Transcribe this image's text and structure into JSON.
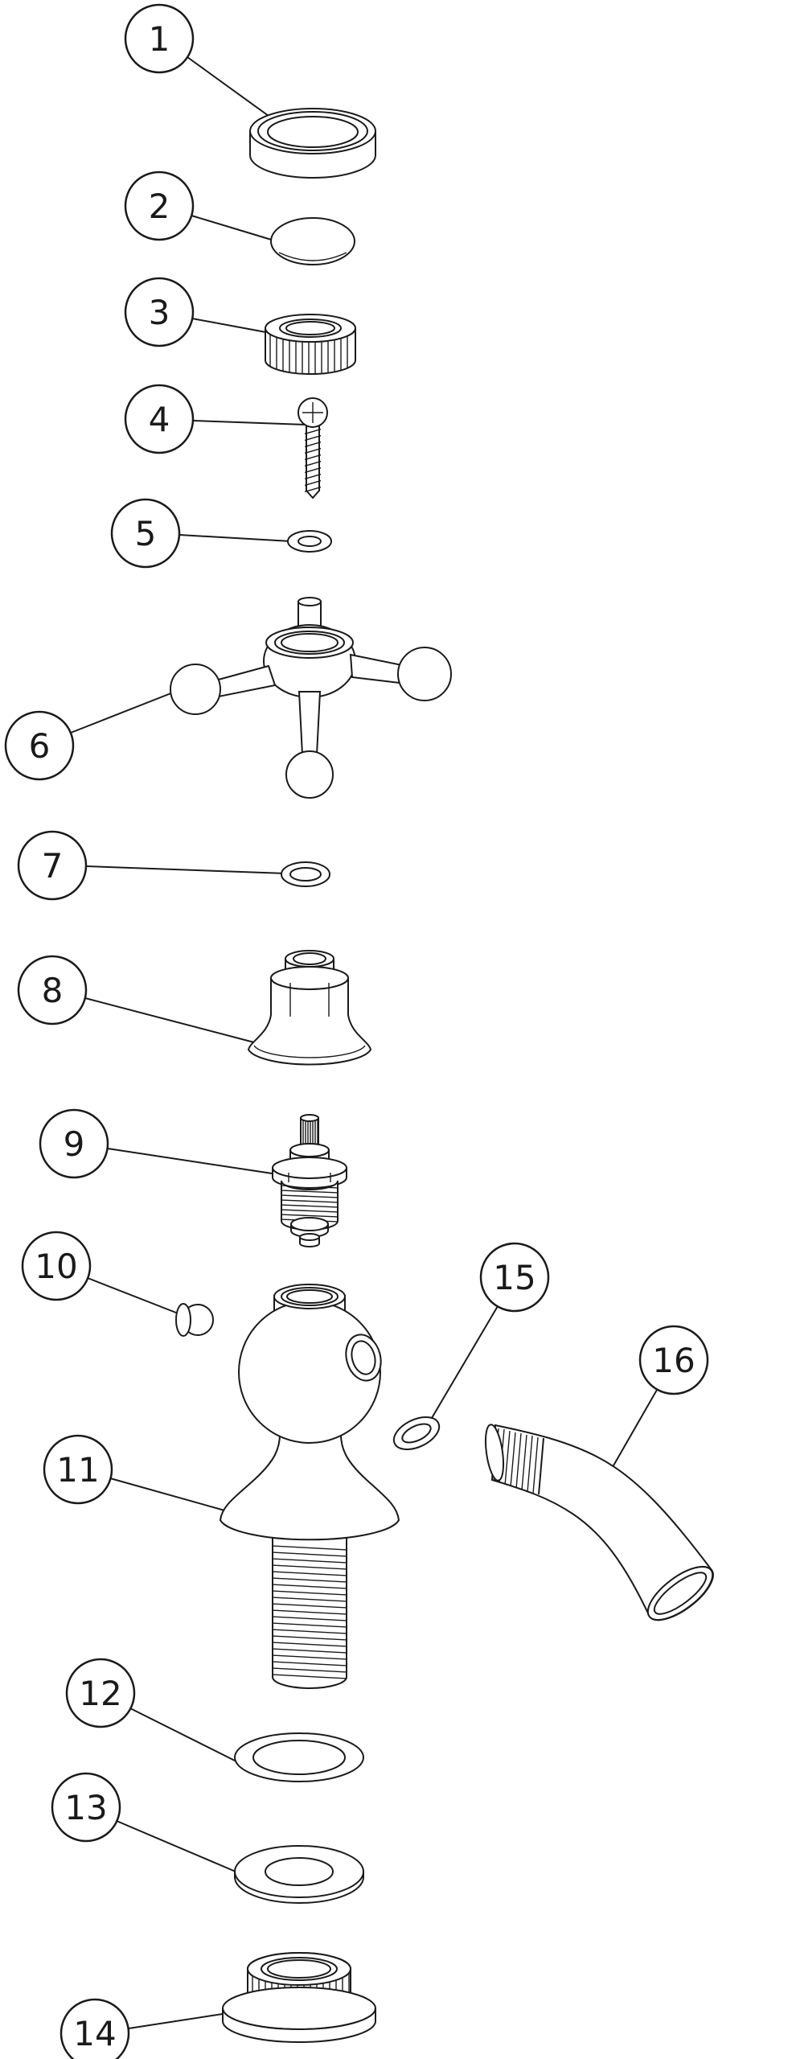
{
  "diagram": {
    "background": "#ffffff",
    "line_color": "#1a1a1a"
  },
  "callouts": [
    {
      "label": "1",
      "part": "shroud-ring"
    },
    {
      "label": "2",
      "part": "dome-cap"
    },
    {
      "label": "3",
      "part": "threaded-ring-nut"
    },
    {
      "label": "4",
      "part": "handle-screw"
    },
    {
      "label": "5",
      "part": "screw-washer"
    },
    {
      "label": "6",
      "part": "cross-handle"
    },
    {
      "label": "7",
      "part": "o-ring-small"
    },
    {
      "label": "8",
      "part": "bonnet-shroud"
    },
    {
      "label": "9",
      "part": "valve-cartridge"
    },
    {
      "label": "10",
      "part": "blanking-plug"
    },
    {
      "label": "11",
      "part": "tap-body"
    },
    {
      "label": "12",
      "part": "body-gasket"
    },
    {
      "label": "13",
      "part": "flat-washer"
    },
    {
      "label": "14",
      "part": "backnut"
    },
    {
      "label": "15",
      "part": "spout-o-ring"
    },
    {
      "label": "16",
      "part": "spout"
    }
  ]
}
